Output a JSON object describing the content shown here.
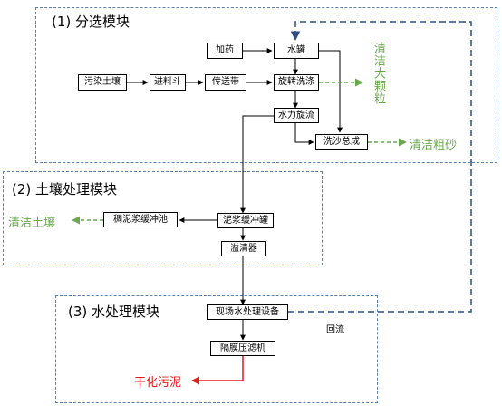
{
  "sections": {
    "s1": "(1) 分选模块",
    "s2": "(2) 土壤处理模块",
    "s3": "(3) 水处理模块"
  },
  "nodes": {
    "jiayao": "加药",
    "shuiguan": "水罐",
    "wuran_turang": "污染土壤",
    "jinliaodou": "进料斗",
    "chuansongdai": "传送带",
    "xuanzhuan_xidi": "旋转洗涤",
    "shuili_xuanliu": "水力旋流",
    "xisha_zongcheng": "洗沙总成",
    "nijiang_huanchongguan": "泥浆缓冲罐",
    "chounijiang_huanchongchi": "稠泥浆缓冲池",
    "yiqingqi": "溢清器",
    "xianchang_shuichuli": "现场水处理设备",
    "gemo_yalvji": "隔膜压滤机"
  },
  "outputs": {
    "qingjie_dakeli": "清洁大颗粒",
    "qingjie_cusha": "清洁粗砂",
    "qingjie_turang": "清洁土壤",
    "ganhua_wuni": "干化污泥"
  },
  "labels": {
    "huiliu": "回流"
  },
  "colors": {
    "green_output": "#6aa84f",
    "red_output": "#e01b1b",
    "return_line": "#2f4f7f",
    "section_border": "#5b7fa6"
  }
}
